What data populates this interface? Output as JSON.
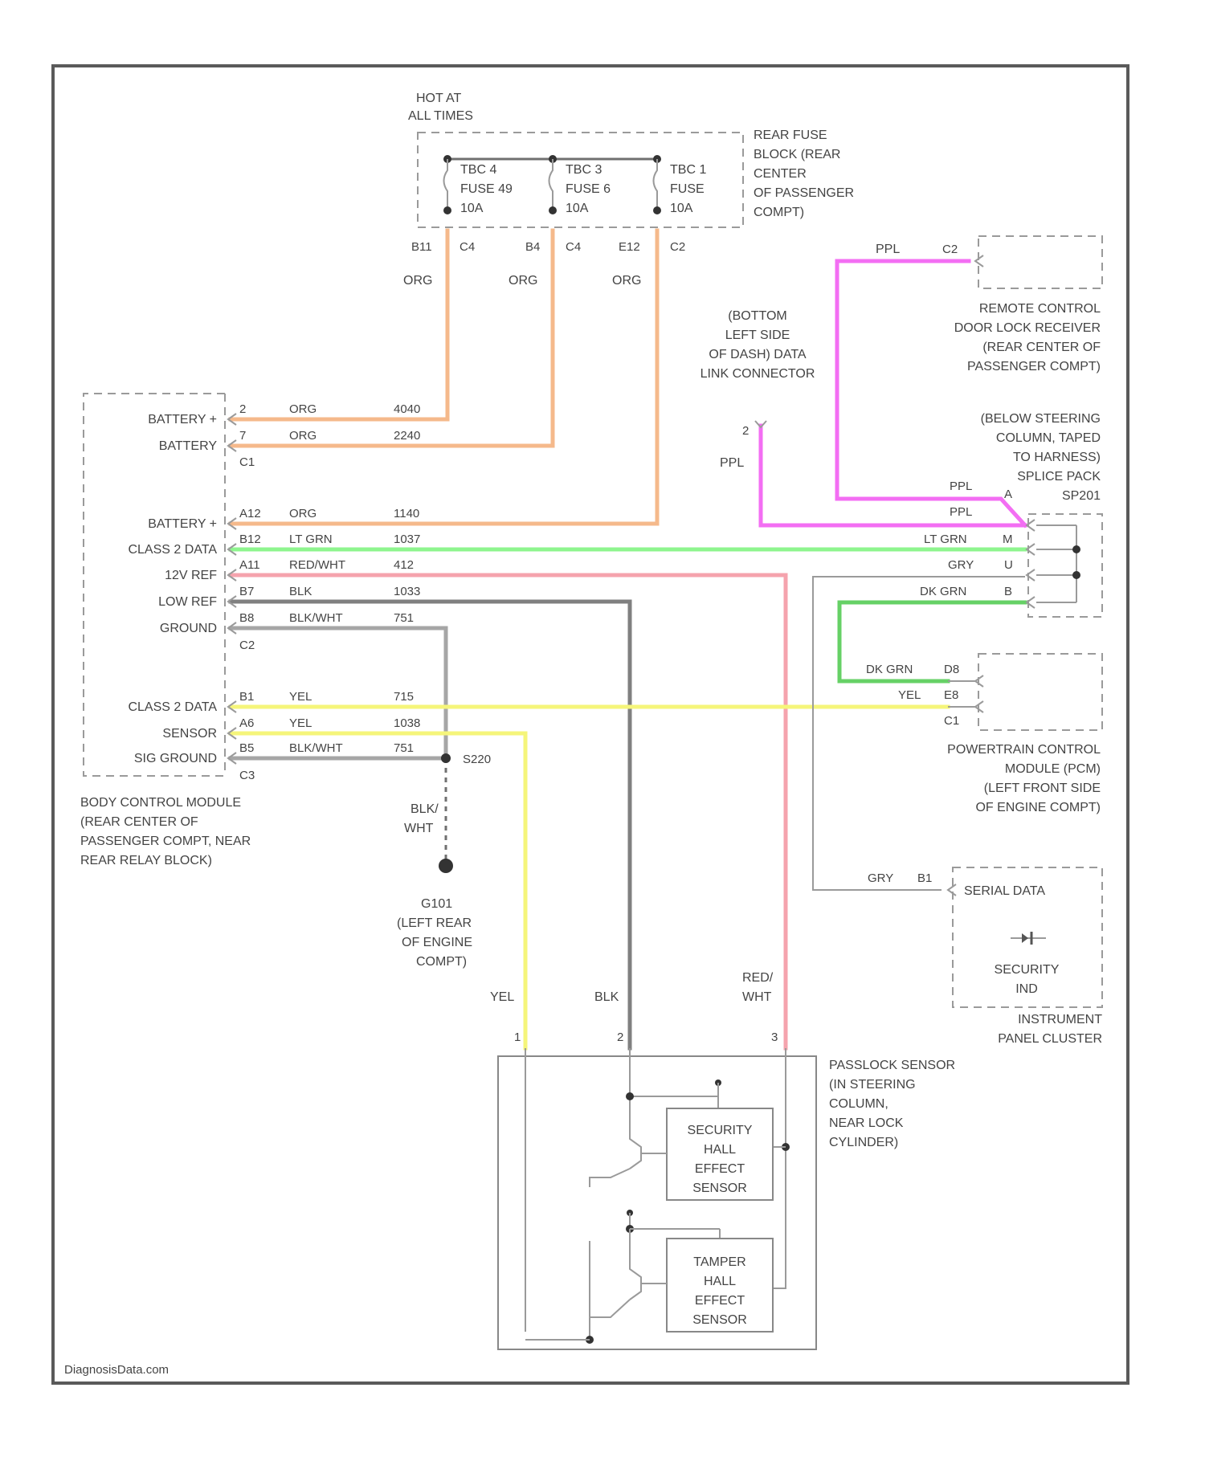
{
  "watermark": "DiagnosisData.com",
  "fuse_block": {
    "power_label": [
      "HOT AT",
      "ALL TIMES"
    ],
    "location": [
      "REAR FUSE",
      "BLOCK (REAR",
      "CENTER",
      "OF PASSENGER",
      "COMPT)"
    ],
    "fuses": [
      {
        "lines": [
          "TBC 4",
          "FUSE 49",
          "10A"
        ],
        "pin": "B11",
        "connector": "C4",
        "wire_color": "ORG"
      },
      {
        "lines": [
          "TBC 3",
          "FUSE 6",
          "10A"
        ],
        "pin": "B4",
        "connector": "C4",
        "wire_color": "ORG"
      },
      {
        "lines": [
          "TBC 1",
          "FUSE",
          "10A"
        ],
        "pin": "E12",
        "connector": "C2",
        "wire_color": "ORG"
      }
    ]
  },
  "bcm": {
    "location": [
      "BODY CONTROL MODULE",
      "(REAR CENTER OF",
      "PASSENGER COMPT, NEAR",
      "REAR RELAY BLOCK)"
    ],
    "circuits": [
      {
        "label": "BATTERY +",
        "pin": "2",
        "color": "ORG",
        "circuit": "4040"
      },
      {
        "label": "BATTERY",
        "pin": "7",
        "color": "ORG",
        "circuit": "2240"
      },
      {
        "label": "BATTERY +",
        "pin": "A12",
        "color": "ORG",
        "circuit": "1140"
      },
      {
        "label": "CLASS 2 DATA",
        "pin": "B12",
        "color": "LT GRN",
        "circuit": "1037"
      },
      {
        "label": "12V REF",
        "pin": "A11",
        "color": "RED/WHT",
        "circuit": "412"
      },
      {
        "label": "LOW REF",
        "pin": "B7",
        "color": "BLK",
        "circuit": "1033"
      },
      {
        "label": "GROUND",
        "pin": "B8",
        "color": "BLK/WHT",
        "circuit": "751"
      },
      {
        "label": "CLASS 2 DATA",
        "pin": "B1",
        "color": "YEL",
        "circuit": "715"
      },
      {
        "label": "SENSOR",
        "pin": "A6",
        "color": "YEL",
        "circuit": "1038"
      },
      {
        "label": "SIG GROUND",
        "pin": "B5",
        "color": "BLK/WHT",
        "circuit": "751"
      }
    ],
    "connectors": [
      "C1",
      "C2",
      "C3"
    ]
  },
  "splice_s220": "S220",
  "ground": {
    "wire_color": [
      "BLK/",
      "WHT"
    ],
    "location": [
      "G101",
      "(LEFT REAR",
      "OF ENGINE",
      "COMPT)"
    ]
  },
  "dlc": {
    "location": [
      "(BOTTOM",
      "LEFT SIDE",
      "OF DASH) DATA",
      "LINK CONNECTOR"
    ],
    "pin": "2",
    "wire_color": "PPL"
  },
  "rcdlr": {
    "location": [
      "REMOTE CONTROL",
      "DOOR LOCK RECEIVER",
      "(REAR CENTER OF",
      "PASSENGER COMPT)"
    ],
    "wire_color": "PPL",
    "pin": "C2"
  },
  "splice_pack": {
    "location": [
      "(BELOW STEERING",
      "COLUMN, TAPED",
      "TO HARNESS)",
      "SPLICE PACK",
      "SP201"
    ],
    "pins": [
      {
        "color": "PPL",
        "pin": "A"
      },
      {
        "color": "PPL",
        "pin": ""
      },
      {
        "color": "LT GRN",
        "pin": "M"
      },
      {
        "color": "GRY",
        "pin": "U"
      },
      {
        "color": "DK GRN",
        "pin": "B"
      }
    ]
  },
  "pcm": {
    "location": [
      "POWERTRAIN CONTROL",
      "MODULE (PCM)",
      "(LEFT FRONT SIDE",
      "OF ENGINE COMPT)"
    ],
    "pins": [
      {
        "color": "DK GRN",
        "pin": "D8"
      },
      {
        "color": "YEL",
        "pin": "E8"
      }
    ],
    "connector": "C1"
  },
  "ipc": {
    "wire_color": "GRY",
    "pin": "B1",
    "serial_label": "SERIAL DATA",
    "indicator": [
      "SECURITY",
      "IND"
    ],
    "location": [
      "INSTRUMENT",
      "PANEL CLUSTER"
    ]
  },
  "passlock": {
    "location": [
      "PASSLOCK SENSOR",
      "(IN STEERING",
      "COLUMN,",
      "NEAR LOCK",
      "CYLINDER)"
    ],
    "pins": [
      {
        "color": "YEL",
        "pin": "1"
      },
      {
        "color": "BLK",
        "pin": "2"
      },
      {
        "color": [
          "RED/",
          "WHT"
        ],
        "pin": "3"
      }
    ],
    "security_sensor": [
      "SECURITY",
      "HALL",
      "EFFECT",
      "SENSOR"
    ],
    "tamper_sensor": [
      "TAMPER",
      "HALL",
      "EFFECT",
      "SENSOR"
    ]
  },
  "colors": {
    "org": "#f5b98b",
    "lt_grn": "#8ef58e",
    "red_wht": "#f5a3ad",
    "blk": "#808080",
    "blk_wht": "#a6a6a6",
    "yel": "#f5f57a",
    "ppl": "#f36ef3",
    "dk_grn": "#66d166",
    "gry": "#bdbdbd"
  }
}
